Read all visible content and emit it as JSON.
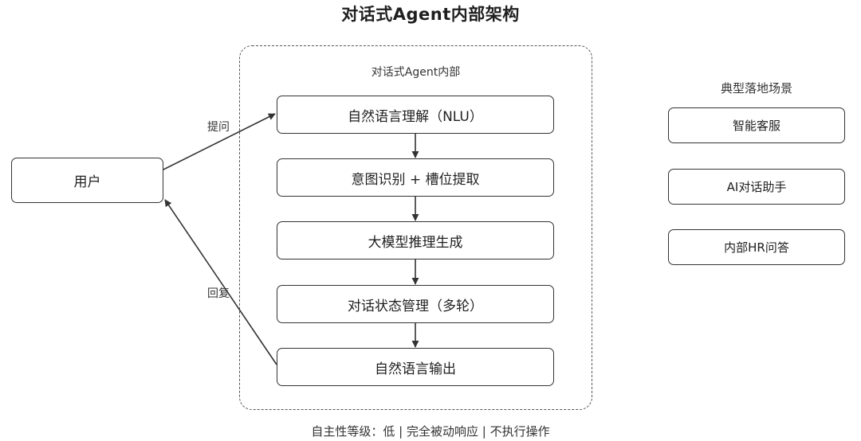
{
  "title": "对话式Agent内部架构",
  "container_label": "对话式Agent内部",
  "user_label": "用户",
  "steps": [
    {
      "label": "自然语言理解（NLU）"
    },
    {
      "label": "意图识别 + 槽位提取"
    },
    {
      "label": "大模型推理生成"
    },
    {
      "label": "对话状态管理（多轮）"
    },
    {
      "label": "自然语言输出"
    }
  ],
  "edges": {
    "ask": "提问",
    "reply": "回复"
  },
  "scenes": {
    "title": "典型落地场景",
    "items": [
      {
        "label": "智能客服"
      },
      {
        "label": "AI对话助手"
      },
      {
        "label": "内部HR问答"
      }
    ]
  },
  "footer": "自主性等级：低 | 完全被动响应 | 不执行操作"
}
